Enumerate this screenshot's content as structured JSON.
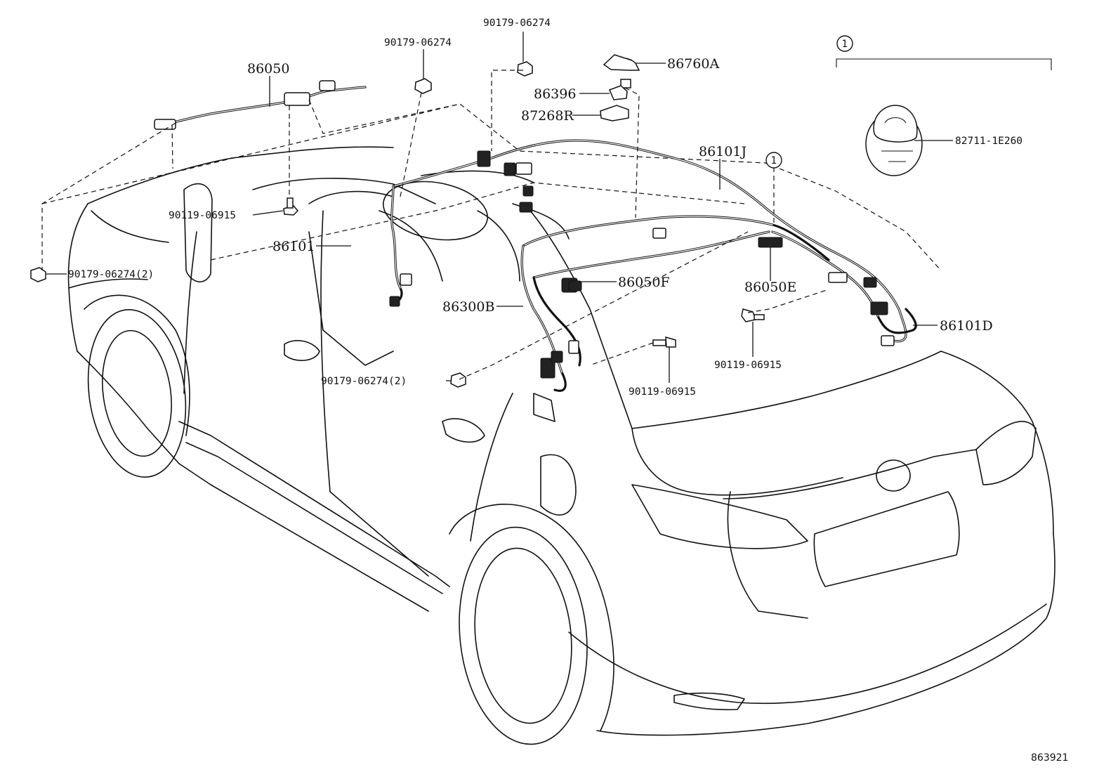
{
  "diagram": {
    "reference_code": "863921",
    "callout_marker": "1",
    "labels": {
      "p86050": "86050",
      "p90179_a": "90179-06274",
      "p90179_b": "90179-06274",
      "p86760A": "86760A",
      "p86396": "86396",
      "p87268R": "87268R",
      "p86101J": "86101J",
      "p90119_a": "90119-06915",
      "p86101": "86101",
      "p90179_2a": "90179-06274(2)",
      "p86050F": "86050F",
      "p86050E": "86050E",
      "p86300B": "86300B",
      "p86101D": "86101D",
      "p90119_b": "90119-06915",
      "p90179_2b": "90179-06274(2)",
      "p90119_c": "90119-06915",
      "p82711": "82711-1E260"
    }
  }
}
